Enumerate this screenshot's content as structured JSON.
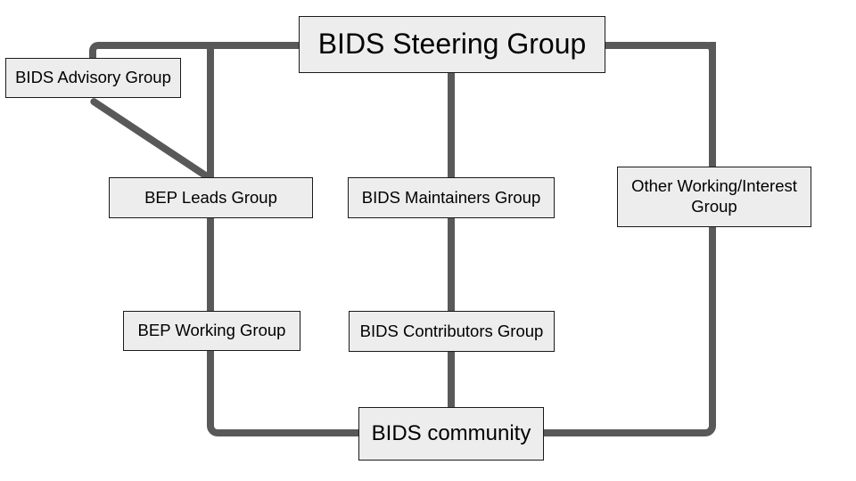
{
  "diagram": {
    "nodes": [
      {
        "id": "bids-steering-group",
        "label": "BIDS Steering Group"
      },
      {
        "id": "bids-advisory-group",
        "label": "BIDS Advisory Group"
      },
      {
        "id": "bep-leads-group",
        "label": "BEP Leads Group"
      },
      {
        "id": "bids-maintainers-group",
        "label": "BIDS Maintainers Group"
      },
      {
        "id": "other-working-interest-group",
        "label": "Other Working/Interest Group"
      },
      {
        "id": "bep-working-group",
        "label": "BEP Working Group"
      },
      {
        "id": "bids-contributors-group",
        "label": "BIDS Contributors Group"
      },
      {
        "id": "bids-community",
        "label": "BIDS community"
      }
    ],
    "edges": [
      {
        "from": "bids-steering-group",
        "to": "bids-advisory-group"
      },
      {
        "from": "bids-advisory-group",
        "to": "bep-leads-group"
      },
      {
        "from": "bids-steering-group",
        "to": "bep-leads-group"
      },
      {
        "from": "bep-leads-group",
        "to": "bep-working-group"
      },
      {
        "from": "bep-working-group",
        "to": "bids-community"
      },
      {
        "from": "bids-steering-group",
        "to": "bids-maintainers-group"
      },
      {
        "from": "bids-maintainers-group",
        "to": "bids-contributors-group"
      },
      {
        "from": "bids-contributors-group",
        "to": "bids-community"
      },
      {
        "from": "bids-steering-group",
        "to": "other-working-interest-group"
      },
      {
        "from": "other-working-interest-group",
        "to": "bids-community"
      }
    ],
    "colors": {
      "background": "#ffffff",
      "node_fill": "#ededed",
      "node_border": "#1a1a1a",
      "line": "#595959",
      "text": "#000000"
    }
  }
}
